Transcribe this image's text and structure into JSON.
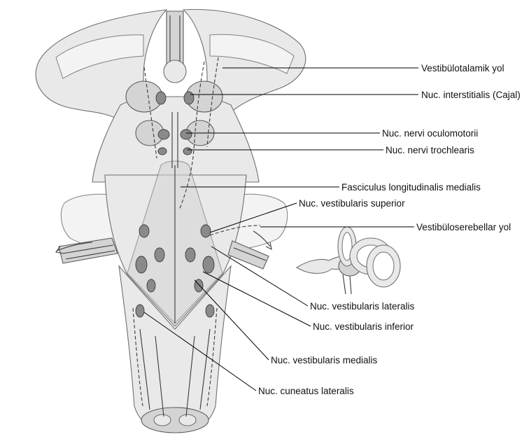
{
  "labels": {
    "vestibulotalamik": "Vestibülotalamik yol",
    "interstitialis": "Nuc. interstitialis (Cajal)",
    "oculomotorii": "Nuc. nervi oculomotorii",
    "trochlearis": "Nuc. nervi trochlearis",
    "flm": "Fasciculus longitudinalis medialis",
    "vest_superior": "Nuc. vestibularis superior",
    "vestibuloserebellar": "Vestibüloserebellar yol",
    "vest_lateralis": "Nuc. vestibularis lateralis",
    "vest_inferior": "Nuc. vestibularis inferior",
    "vest_medialis": "Nuc. vestibularis medialis",
    "cuneatus": "Nuc. cuneatus lateralis"
  },
  "icons": {
    "brainstem": "brainstem-illustration",
    "labyrinth": "inner-ear-labyrinth-illustration"
  }
}
